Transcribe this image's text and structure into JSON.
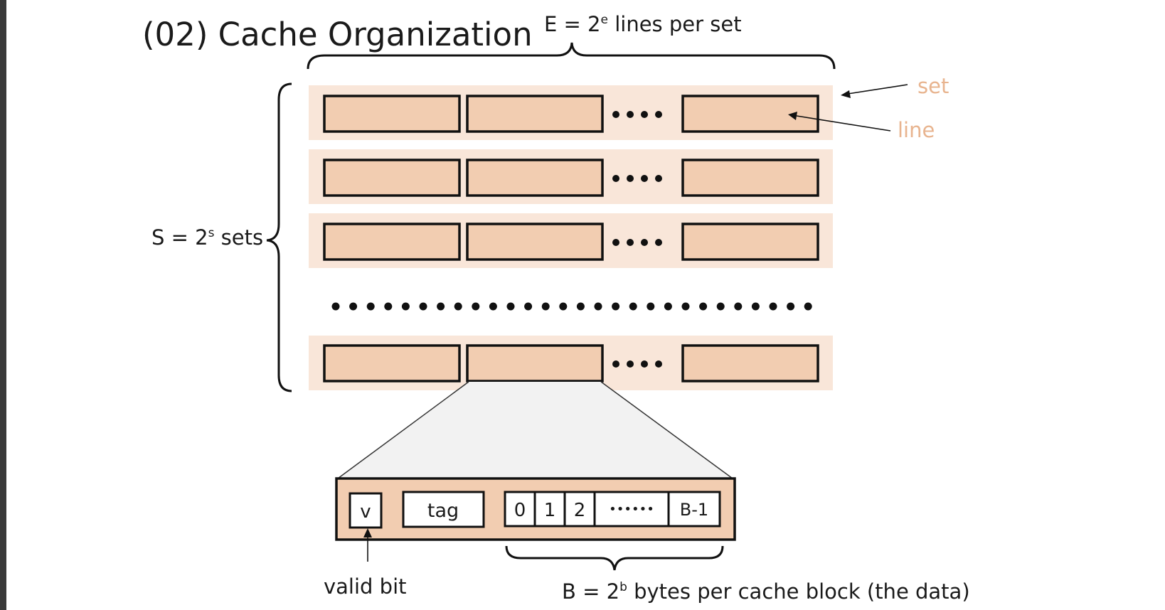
{
  "title": "(02) Cache Organization",
  "labels": {
    "lines_per_set": {
      "prefix": "E = 2",
      "exp": "e",
      "suffix": " lines per set"
    },
    "sets": {
      "prefix": "S = 2",
      "exp": "s",
      "suffix": " sets"
    },
    "set": "set",
    "line": "line",
    "valid_bit": "valid bit",
    "block_size": {
      "prefix": "B = 2",
      "exp": "b",
      "suffix": " bytes per cache block (the data)"
    }
  },
  "line_fields": {
    "valid": "v",
    "tag": "tag",
    "bytes": [
      "0",
      "1",
      "2"
    ],
    "byte_ellipsis": "••••••",
    "last_byte": "B-1"
  },
  "colors": {
    "accent": "#e8b48f",
    "set_fill": "#f9e6d9",
    "line_fill": "#f2cdb1",
    "stroke": "#111111",
    "text": "#1a1a1a",
    "sidebar": "#3a3a3a"
  }
}
